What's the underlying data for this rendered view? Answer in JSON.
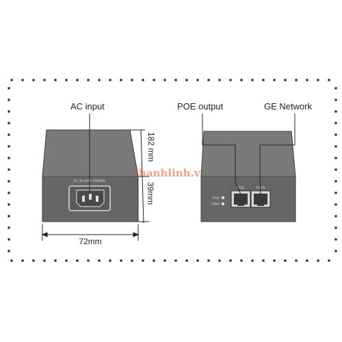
{
  "labels": {
    "ac_input": "AC input",
    "poe_output": "POE output",
    "ge_network": "GE Network"
  },
  "dimensions": {
    "width": "72mm",
    "depth": "182 mm",
    "height": "39mm"
  },
  "panel_text": {
    "ac_rating": "AC 90-264V 50/60Hz",
    "port_poe": "POE",
    "port_data": "DATA",
    "led_pwr": "PWR",
    "led_poe": "POE"
  },
  "watermark": "thanhlinh.vn",
  "colors": {
    "housing_top": "#7a7a7a",
    "housing_face": "#666666",
    "outline": "#3a3a3a",
    "frame_dots": "#2a2a2a",
    "watermark": "#e8562a"
  }
}
